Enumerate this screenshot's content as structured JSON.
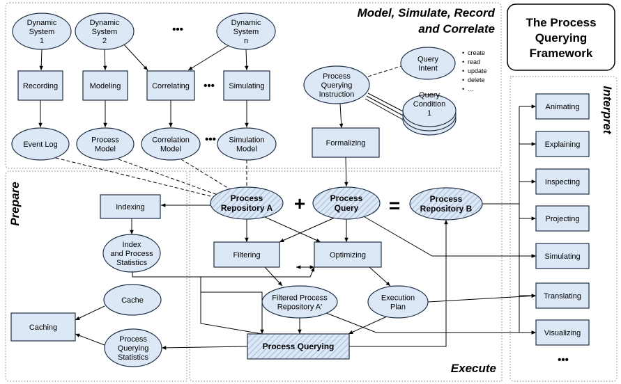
{
  "colors": {
    "fill": "#dde8f7",
    "stroke": "#1f2f44",
    "hatch": "#aec2dd",
    "region": "#9a9a9a"
  },
  "sections": {
    "model": [
      "Model, Simulate, Record",
      "and Correlate"
    ],
    "prepare": "Prepare",
    "execute": "Execute",
    "interpret": "Interpret"
  },
  "framework_title": [
    "The Process",
    "Querying",
    "Framework"
  ],
  "dots": "•••",
  "operators": {
    "plus": "+",
    "equals": "="
  },
  "intent_ops": [
    "create",
    "read",
    "update",
    "delete",
    "..."
  ],
  "nodes": {
    "ds1": [
      "Dynamic",
      "System",
      "1"
    ],
    "ds2": [
      "Dynamic",
      "System",
      "2"
    ],
    "dsn": [
      "Dynamic",
      "System",
      "n"
    ],
    "recording": [
      "Recording"
    ],
    "modeling": [
      "Modeling"
    ],
    "correlating": [
      "Correlating"
    ],
    "simulating_top": [
      "Simulating"
    ],
    "event_log": [
      "Event Log"
    ],
    "process_model": [
      "Process",
      "Model"
    ],
    "correlation_model": [
      "Correlation",
      "Model"
    ],
    "simulation_model": [
      "Simulation",
      "Model"
    ],
    "pqi": [
      "Process",
      "Querying",
      "Instruction"
    ],
    "query_intent": [
      "Query",
      "Intent"
    ],
    "query_condition": [
      "Query",
      "Condition",
      "1"
    ],
    "formalizing": [
      "Formalizing"
    ],
    "repo_a": [
      "Process",
      "Repository A"
    ],
    "process_query": [
      "Process",
      "Query"
    ],
    "repo_b": [
      "Process",
      "Repository B"
    ],
    "indexing": [
      "Indexing"
    ],
    "index_stats": [
      "Index",
      "and Process",
      "Statistics"
    ],
    "cache": [
      "Cache"
    ],
    "caching": [
      "Caching"
    ],
    "pq_stats": [
      "Process",
      "Querying",
      "Statistics"
    ],
    "filtering": [
      "Filtering"
    ],
    "optimizing": [
      "Optimizing"
    ],
    "filtered_repo": [
      "Filtered Process",
      "Repository A'"
    ],
    "execution_plan": [
      "Execution",
      "Plan"
    ],
    "process_querying": [
      "Process Querying"
    ],
    "animating": [
      "Animating"
    ],
    "explaining": [
      "Explaining"
    ],
    "inspecting": [
      "Inspecting"
    ],
    "projecting": [
      "Projecting"
    ],
    "simulating_right": [
      "Simulating"
    ],
    "translating": [
      "Translating"
    ],
    "visualizing": [
      "Visualizing"
    ]
  }
}
